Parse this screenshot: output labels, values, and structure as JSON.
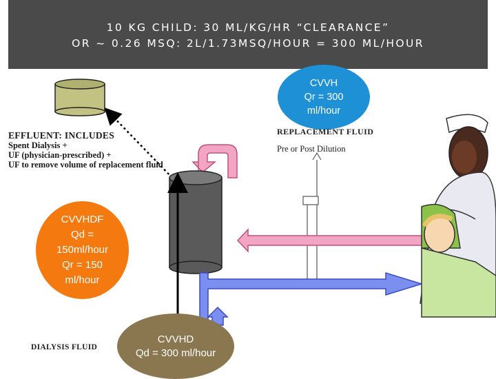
{
  "header": {
    "line1": "10 KG CHILD: 30 ML/KG/HR “CLEARANCE”",
    "line2": "OR ~ 0.26 MSQ: 2L/1.73MSQ/HOUR = 300 ML/HOUR"
  },
  "bubbles": {
    "cvvh": {
      "title": "CVVH",
      "line2": "Qr = 300",
      "line3": "ml/hour",
      "color": "#1e90d6"
    },
    "cvvhdf": {
      "title": "CVVHDF",
      "line2": "Qd =",
      "line3": "150ml/hour",
      "line4": "Qr = 150",
      "line5": "ml/hour",
      "color": "#f47a10"
    },
    "cvvhd": {
      "title": "CVVHD",
      "line2": "Qd = 300 ml/hour",
      "color": "#8a7750"
    }
  },
  "effluent": {
    "line1": "EFFLUENT:  INCLUDES",
    "line2": "Spent Dialysis +",
    "line3": "UF (physician-prescribed) +",
    "line4": "UF to remove volume of replacement fluid"
  },
  "replacement": {
    "title": "REPLACEMENT FLUID",
    "subtitle": "Pre or Post Dilution"
  },
  "dialysis_fluid_label": "DIALYSIS FLUID",
  "colors": {
    "header_bg": "#4a4a4a",
    "pink_arrow": "#f3a6c4",
    "blue_arrow": "#7b8ff0",
    "filter": "#5a5a5a",
    "effluent_bag": "#c2c282"
  }
}
